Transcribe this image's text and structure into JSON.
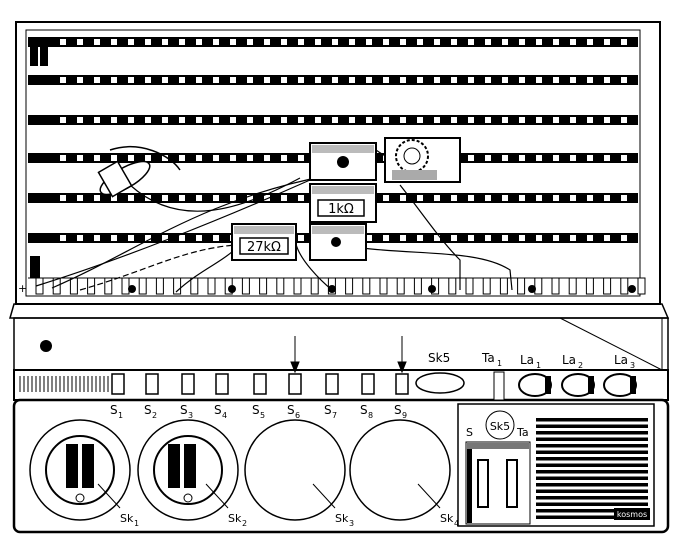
{
  "components": {
    "resistor_27k": "27kΩ",
    "resistor_1k": "1kΩ",
    "terminal_plus": "+"
  },
  "switches": [
    {
      "label": "S",
      "sub": "1"
    },
    {
      "label": "S",
      "sub": "2"
    },
    {
      "label": "S",
      "sub": "3"
    },
    {
      "label": "S",
      "sub": "4"
    },
    {
      "label": "S",
      "sub": "5"
    },
    {
      "label": "S",
      "sub": "6"
    },
    {
      "label": "S",
      "sub": "7"
    },
    {
      "label": "S",
      "sub": "8"
    },
    {
      "label": "S",
      "sub": "9"
    }
  ],
  "sockets": [
    {
      "label": "Sk",
      "sub": "1"
    },
    {
      "label": "Sk",
      "sub": "2"
    },
    {
      "label": "Sk",
      "sub": "3"
    },
    {
      "label": "Sk",
      "sub": "4"
    }
  ],
  "top_labels": {
    "sk5": "Sk5",
    "ta1": "Ta",
    "ta1_sub": "1",
    "la1": "La",
    "la1_sub": "1",
    "la2": "La",
    "la2_sub": "2",
    "la3": "La",
    "la3_sub": "3"
  },
  "speaker_panel": {
    "sk5": "Sk5",
    "s": "S",
    "ta": "Ta",
    "brand": "kosmos"
  }
}
